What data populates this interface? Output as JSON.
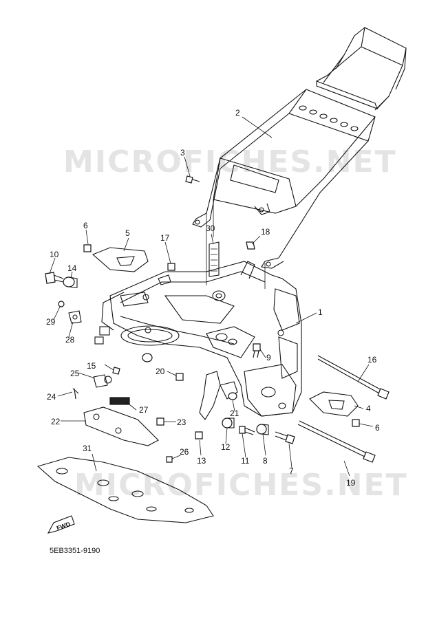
{
  "watermark": {
    "top": "MICROFICHES.NET",
    "bottom": "MICROFICHES.NET"
  },
  "drawing_code": "5EB3351-9190",
  "forward_label": "FWD",
  "callouts": [
    "1",
    "2",
    "3",
    "4",
    "5",
    "6",
    "6",
    "7",
    "8",
    "9",
    "10",
    "11",
    "12",
    "13",
    "14",
    "15",
    "16",
    "17",
    "18",
    "19",
    "20",
    "21",
    "22",
    "23",
    "24",
    "25",
    "26",
    "27",
    "28",
    "29",
    "30",
    "31"
  ]
}
